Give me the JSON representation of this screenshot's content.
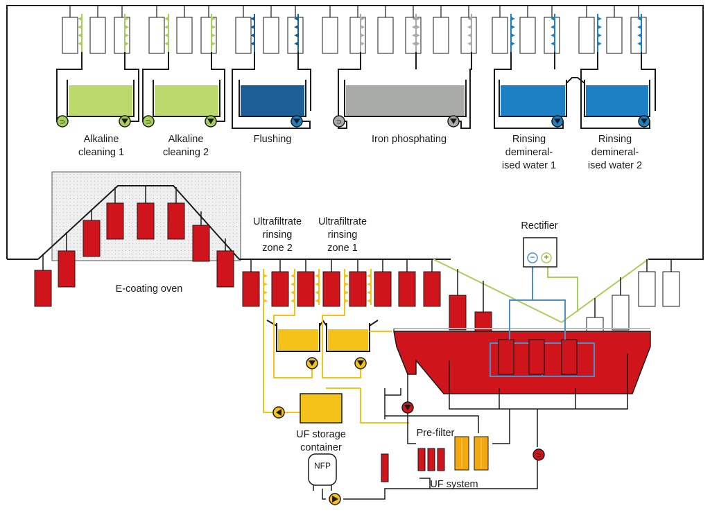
{
  "colors": {
    "line": "#1a1a1a",
    "alkaline": "#a8cf5a",
    "alkaline_fluid": "#bcd96e",
    "flushing": "#1b5f96",
    "phosphating": "#a9aba7",
    "demin": "#1d7fc4",
    "paint": "#d0141c",
    "ultrafiltrate": "#f5c21a",
    "oven_fill": "#ececec",
    "rectifier_wire": "#4b8fcf"
  },
  "labels": {
    "alkaline1": "Alkaline\ncleaning 1",
    "alkaline2": "Alkaline\ncleaning 2",
    "flushing": "Flushing",
    "iron_phosphating": "Iron phosphating",
    "demin1": "Rinsing\ndemineral-\nised water 1",
    "demin2": "Rinsing\ndemineral-\nised water 2",
    "uf_zone2": "Ultrafiltrate\nrinsing\nzone 2",
    "uf_zone1": "Ultrafiltrate\nrinsing\nzone 1",
    "rectifier": "Rectifier",
    "oven": "E-coating oven",
    "uf_storage": "UF storage\ncontainer",
    "prefilter": "Pre-filter",
    "uf_system": "UF system",
    "nfp": "NFP",
    "minus": "−",
    "plus": "+"
  }
}
